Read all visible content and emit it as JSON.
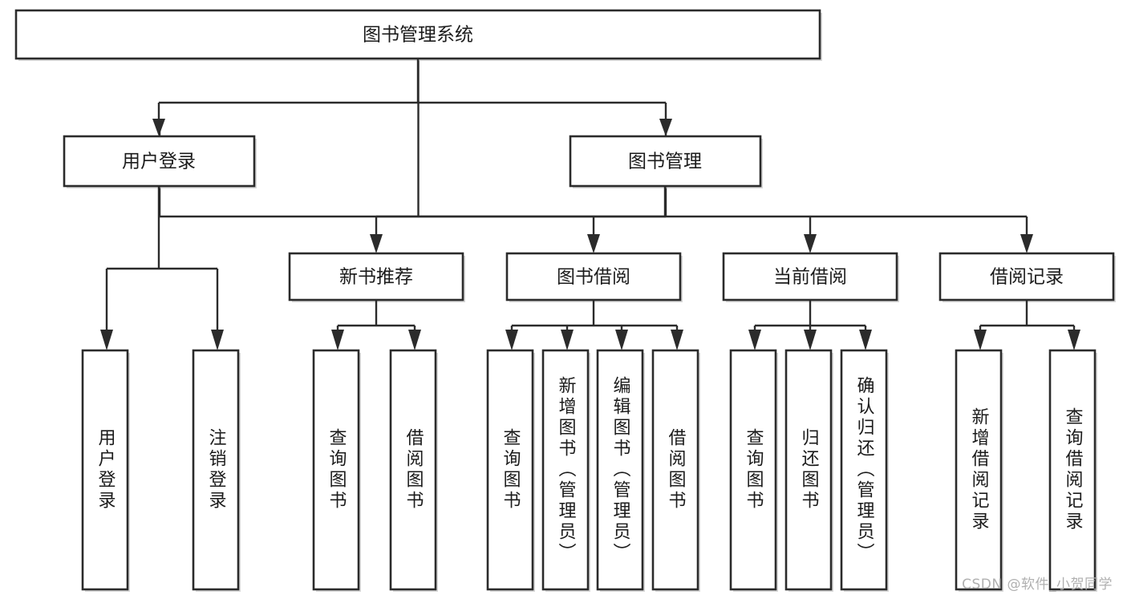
{
  "diagram": {
    "title": "图书管理系统",
    "type": "hierarchy-tree",
    "watermark": "CSDN @软件_小贺同学",
    "colors": {
      "stroke": "#2b2b2b",
      "fill": "#ffffff",
      "text": "#1b1b1b",
      "watermark": "#b0b0b0",
      "shadow": "#b9b9b9"
    },
    "levels": {
      "level1_label": "图书管理系统",
      "level2": [
        {
          "id": "user-login",
          "label": "用户登录"
        },
        {
          "id": "book-management",
          "label": "图书管理"
        }
      ],
      "level3": [
        {
          "id": "new-book-recommend",
          "label": "新书推荐",
          "parent": "book-management"
        },
        {
          "id": "book-borrow",
          "label": "图书借阅",
          "parent": "book-management"
        },
        {
          "id": "current-borrow",
          "label": "当前借阅",
          "parent": "book-management"
        },
        {
          "id": "borrow-record",
          "label": "借阅记录",
          "parent": "book-management"
        }
      ],
      "leaves": [
        {
          "id": "leaf-user-login",
          "label": "用户登录",
          "parent": "user-login"
        },
        {
          "id": "leaf-logout-login",
          "label": "注销登录",
          "parent": "user-login"
        },
        {
          "id": "leaf-query-book-1",
          "label": "查询图书",
          "parent": "new-book-recommend"
        },
        {
          "id": "leaf-borrow-book-1",
          "label": "借阅图书",
          "parent": "new-book-recommend"
        },
        {
          "id": "leaf-query-book-2",
          "label": "查询图书",
          "parent": "book-borrow"
        },
        {
          "id": "leaf-add-book",
          "label": "新增图书（管理员）",
          "parent": "book-borrow"
        },
        {
          "id": "leaf-edit-book",
          "label": "编辑图书（管理员）",
          "parent": "book-borrow"
        },
        {
          "id": "leaf-borrow-book-2",
          "label": "借阅图书",
          "parent": "book-borrow"
        },
        {
          "id": "leaf-query-book-3",
          "label": "查询图书",
          "parent": "current-borrow"
        },
        {
          "id": "leaf-return-book",
          "label": "归还图书",
          "parent": "current-borrow"
        },
        {
          "id": "leaf-confirm-return",
          "label": "确认归还（管理员）",
          "parent": "current-borrow"
        },
        {
          "id": "leaf-add-record",
          "label": "新增借阅记录",
          "parent": "borrow-record"
        },
        {
          "id": "leaf-query-record",
          "label": "查询借阅记录",
          "parent": "borrow-record"
        }
      ]
    }
  }
}
